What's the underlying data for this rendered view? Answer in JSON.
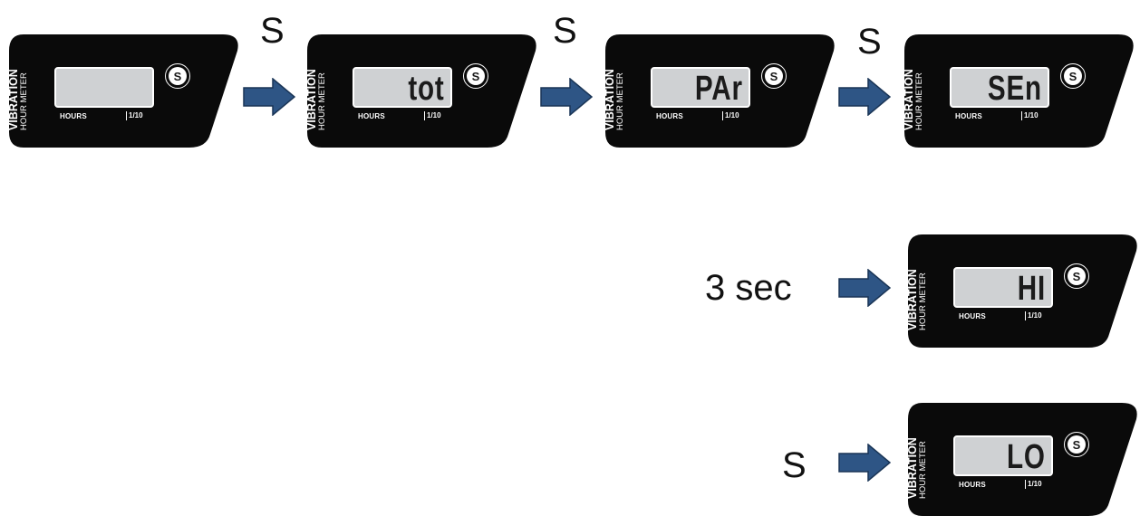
{
  "device_text": {
    "brand_line1": "VIBRATION",
    "brand_line2": "HOUR METER",
    "hours": "HOURS",
    "tenth": "1/10",
    "button": "S"
  },
  "devices": [
    {
      "display": ""
    },
    {
      "display": "tot"
    },
    {
      "display": "PAr"
    },
    {
      "display": "SEn"
    },
    {
      "display": "HI"
    },
    {
      "display": "LO"
    }
  ],
  "step_labels": [
    "S",
    "S",
    "S",
    "3 sec",
    "S"
  ],
  "colors": {
    "device_body": "#0a0a0a",
    "lcd": "#cfd1d3",
    "arrow_fill": "#2e5585",
    "arrow_stroke": "#1a3556"
  }
}
